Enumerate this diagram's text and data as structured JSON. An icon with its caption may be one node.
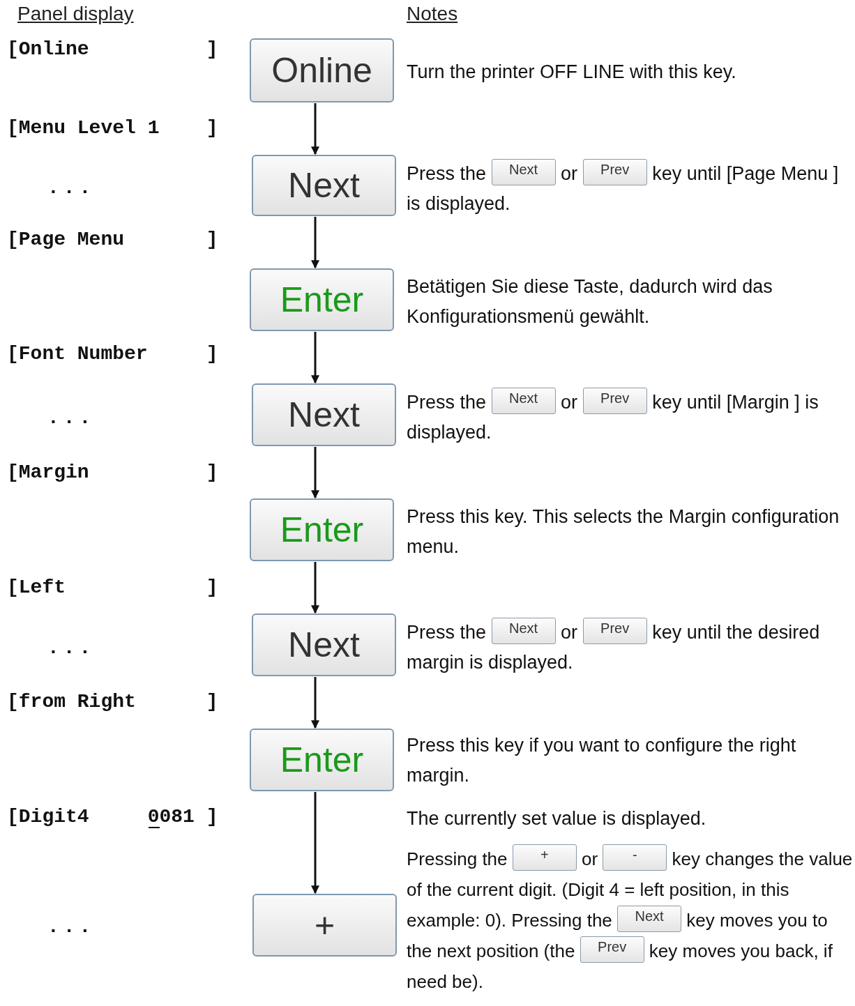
{
  "diagram": {
    "nodes": [
      {
        "text": [
          "Online"
        ]
      },
      {
        "text": [
          "Next"
        ]
      },
      {
        "text": [
          "Next"
        ]
      },
      {
        "text": [
          "Prev"
        ]
      },
      {
        "text": [
          "Enter"
        ]
      },
      {
        "text": [
          "Next"
        ]
      },
      {
        "text": [
          "Next"
        ]
      },
      {
        "text": [
          "Prev"
        ]
      },
      {
        "text": [
          "Enter"
        ]
      },
      {
        "text": [
          "Next"
        ]
      },
      {
        "text": [
          "Next"
        ]
      },
      {
        "text": [
          "Prev"
        ]
      },
      {
        "text": [
          "Enter"
        ]
      },
      {
        "text": [
          "+"
        ]
      },
      {
        "text": [
          "-"
        ]
      },
      {
        "text": [
          "+"
        ]
      },
      {
        "text": [
          "Next"
        ]
      },
      {
        "text": [
          "Prev"
        ]
      }
    ],
    "edges": [
      {
        "from": 0,
        "to": 1,
        "arrow": "to"
      },
      {
        "from": 1,
        "to": 4,
        "arrow": "to"
      },
      {
        "from": 4,
        "to": 5,
        "arrow": "to"
      },
      {
        "from": 5,
        "to": 8,
        "arrow": "to"
      },
      {
        "from": 8,
        "to": 9,
        "arrow": "to"
      },
      {
        "from": 9,
        "to": 12,
        "arrow": "to"
      },
      {
        "from": 12,
        "to": 15,
        "arrow": "to"
      }
    ],
    "labels": [
      "Panel display",
      "Notes",
      "[Online          ]",
      "Turn the printer OFF LINE with this key.",
      "[Menu Level 1    ]",
      "...",
      "Press the",
      "or",
      "key until [Page Menu ] is displayed.",
      "[Page Menu       ]",
      "Betätigen Sie diese Taste, dadurch wird das Konfigurationsmenü gewählt.",
      "[Font Number     ]",
      "...",
      "Press the",
      "or",
      "key until [Margin ] is displayed.",
      "[Margin          ]",
      "Press this key. This selects the Margin configuration menu.",
      "[Left            ]",
      "...",
      "Press the",
      "or",
      "key until the desired margin is displayed.",
      "[from Right      ]",
      "Press this key if you want to configure the right margin.",
      "[Digit4     0081 ]",
      "The currently set value is displayed.",
      "...",
      "Pressing the",
      "or",
      "key changes the value of the current digit. (Digit 4 = left position, in this example: 0). Pressing the",
      "key moves you to the next position (the",
      "key moves you back, if need be)."
    ]
  }
}
